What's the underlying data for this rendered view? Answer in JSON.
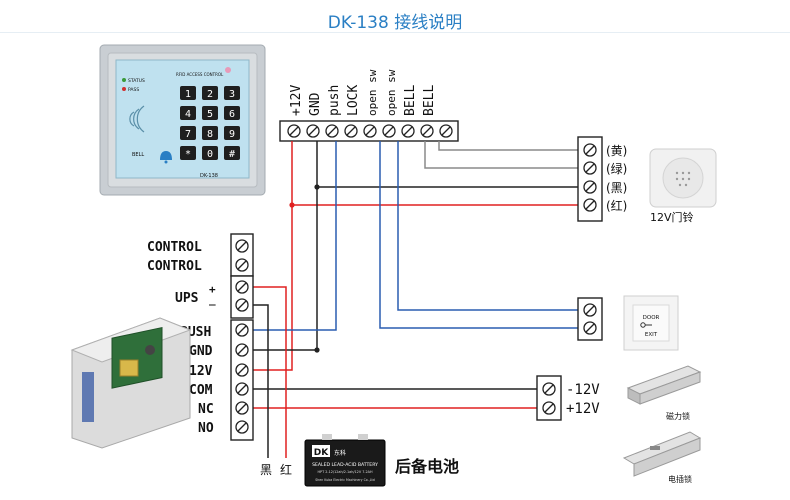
{
  "title": "DK-138  接线说明",
  "controller": {
    "status_label": "STATUS",
    "pass_label": "PASS",
    "header_label": "RFID ACCESS CONTROL",
    "bell_label": "BELL",
    "model_label": "DK-138",
    "keys": [
      "1",
      "2",
      "3",
      "4",
      "5",
      "6",
      "7",
      "8",
      "9",
      "*",
      "0",
      "#"
    ]
  },
  "top_terminals": [
    "+12V",
    "GND",
    "push",
    "LOCK",
    "open sw",
    "open sw",
    "BELL",
    "BELL"
  ],
  "bell_wires": [
    "(黄)",
    "(绿)",
    "(黑)",
    "(红)"
  ],
  "bell_label": "12V门铃",
  "power_terminals": [
    "CONTROL",
    "CONTROL",
    "UPS",
    "PUSH",
    "GND",
    "12V",
    "COM",
    "NC",
    "NO"
  ],
  "ups_plus": "+",
  "ups_minus": "_",
  "battery_wires": [
    "黑",
    "红"
  ],
  "battery_brand": "DK",
  "battery_brand_sub": "东科",
  "battery_text": "SEALED LEAD-ACID BATTERY",
  "battery_model": "HPT 2-12/12ah/2.1ah/12V 7.2AH",
  "battery_maker": "Shen Kuba Electric Machinery Co.,Ltd",
  "battery_label": "后备电池",
  "lock_terminals": [
    "-12V",
    "+12V"
  ],
  "exit_button": {
    "line1": "DOOR",
    "line2": "EXIT"
  },
  "mag_lock_label": "磁力锁",
  "electric_bolt_label": "电插锁",
  "colors": {
    "red": "#e02020",
    "blue": "#2a5db0",
    "black": "#222222",
    "gray": "#8a8a8a",
    "title": "#2a7fc4"
  }
}
